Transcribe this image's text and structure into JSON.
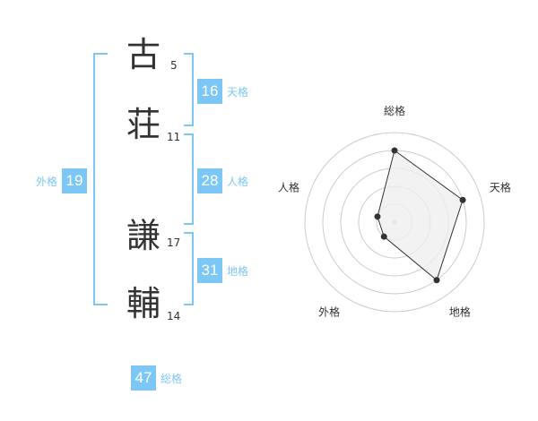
{
  "name": {
    "chars": [
      {
        "char": "古",
        "strokes": "5"
      },
      {
        "char": "荘",
        "strokes": "11"
      },
      {
        "char": "謙",
        "strokes": "17"
      },
      {
        "char": "輔",
        "strokes": "14"
      }
    ]
  },
  "fortunes": {
    "tenkaku": {
      "value": "16",
      "label": "天格"
    },
    "jinkaku": {
      "value": "28",
      "label": "人格"
    },
    "chikaku": {
      "value": "31",
      "label": "地格"
    },
    "gaikaku": {
      "value": "19",
      "label": "外格"
    },
    "soukaku": {
      "value": "47",
      "label": "総格"
    }
  },
  "colors": {
    "accent": "#7cc7f5",
    "text": "#333333",
    "grid": "#cccccc",
    "fill": "#efefef"
  },
  "chart_data": {
    "type": "radar",
    "axes": [
      "総格",
      "天格",
      "地格",
      "外格",
      "人格"
    ],
    "values": [
      4,
      4,
      4,
      1,
      1
    ],
    "max": 5,
    "rings": 5
  }
}
